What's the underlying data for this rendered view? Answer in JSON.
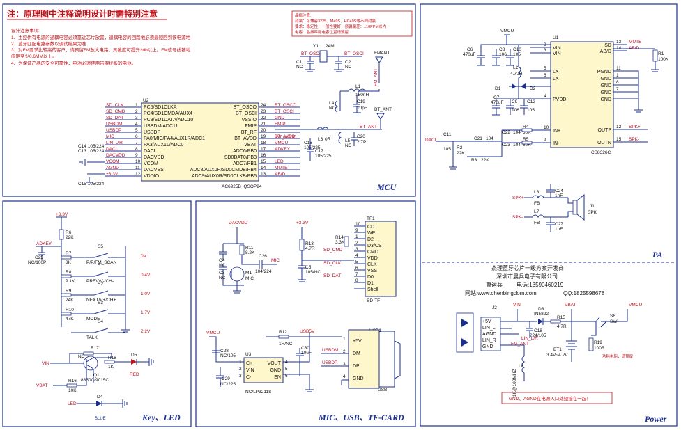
{
  "title": "注：原理图中注释说明设计时需特别注意",
  "notes": {
    "heading": "设计注意事项:",
    "lines": [
      "1、主控供有电源的退耦电容必须靠近芯片放置，退耦电容的回路地必须最短回到该电源地",
      "2、蓝牙匹配电路参数以调试结果为准",
      "3、对FM要求比较高的客户，请预留FM放大电路，灵敏度可提升2db以上。FM信号线铺地",
      "   间距至少0.6MM以上。",
      "4、为保证产品的安全可靠性，电池必须使用带保护板的电池。"
    ]
  },
  "crystal_note": {
    "lines": [
      "晶振注意:",
      "封装：可兼容3225、M49S、HC49S等不同封装",
      "要求：稳定性，一般性要好，频偏偏差：±10PPM以内",
      "电容：晶振匹配电容位置请预留"
    ]
  },
  "sections": {
    "mcu": "MCU",
    "pa": "PA",
    "key_led": "Key、LED",
    "mic_usb_tf": "MIC、USB、TF-CARD",
    "power": "Power"
  },
  "company": {
    "line1": "杰理蓝牙芯片一级方案开发商",
    "line2": "深圳市晨兵电子有限公司",
    "contact_name": "曹运兵",
    "phone": "电话:13590460219",
    "website": "网站:www.chenbingdom.com",
    "qq": "QQ:1825598678"
  },
  "mcu": {
    "chip_ref": "U2",
    "chip_name": "AC6925B_QSOP24",
    "left_pins": [
      "PC5/SD1CLKA",
      "PC4/SD1CMDA/AUX4",
      "PC3/SD1DATA/ADC10",
      "USBDM/ADC11",
      "USBDP",
      "PA0/MIC/PA4/AUX1R/ADC1",
      "PA3/AUX1L/ADC0",
      "DACL",
      "DACVDD",
      "VCOM",
      "DACVSS",
      "VDDIO"
    ],
    "left_nets": [
      "SD_CLK",
      "SD_CMD",
      "SD_DAT",
      "USBDM",
      "USBDP",
      "MIC",
      "LIN_L/R",
      "DACL",
      "DACVDD",
      "VCOM",
      "AGND",
      "+3.3V"
    ],
    "left_nums": [
      "1",
      "2",
      "3",
      "4",
      "5",
      "6",
      "7",
      "8",
      "9",
      "10",
      "11",
      "12"
    ],
    "right_pins": [
      "BT_OSCO",
      "BT_OSCI",
      "VSSIO",
      "FMIP",
      "BT_RF",
      "BT_AVDD",
      "VBAT",
      "ADC6/PB0",
      "SD0DAT0/PB3",
      "ADC7/PB1",
      "ADC8/AUX0R/SD0CMDB/PB4",
      "ADC9/AUX0R/SD0CLKB/PB5"
    ],
    "right_nets": [
      "BT_OSCO",
      "BT_OSCI",
      "GND",
      "FMIP",
      "",
      "BT_AVDD",
      "VMCU",
      "ADKEY",
      "",
      "LED",
      "MUTE",
      "AB/D"
    ],
    "right_nums": [
      "24",
      "23",
      "22",
      "21",
      "20",
      "19",
      "18",
      "17",
      "16",
      "15",
      "14",
      "13"
    ],
    "caps": [
      "C14  105/224",
      "C13  105/224",
      "C15  105/224"
    ],
    "crystal": [
      "Y1",
      "24M"
    ],
    "crystal_nets": [
      "BT_OSCO",
      "BT_OSCI"
    ],
    "crystal_caps": [
      "C1",
      "NC",
      "C2",
      "NC"
    ],
    "fm_ant": "FMANT",
    "fm_l": [
      "L1",
      "180nH"
    ],
    "bt_l": [
      "L4",
      "NC"
    ],
    "bt_c": [
      "C19",
      "10pF"
    ],
    "bt_ant": "BT_ANT",
    "rf_l": [
      "L3",
      "0R"
    ],
    "rf_c": [
      "C20",
      "2.7P"
    ],
    "rf_l5": [
      "L5",
      "NC"
    ],
    "rf_c16": [
      "C16",
      "105/225"
    ],
    "rf_c17": [
      "C17",
      "105/225"
    ],
    "rf_nets": [
      "BT_AVDD",
      "BT_ANT",
      "FM_ANT"
    ]
  },
  "pa": {
    "chip_ref": "U1",
    "chip_name": "CS8326C",
    "left_pins": [
      "VIN",
      "VIN",
      "LX",
      "LX",
      "PVDD",
      "IN+",
      "IN-"
    ],
    "left_nums": [
      "2",
      "3",
      "5",
      "6",
      "4",
      "10",
      "9"
    ],
    "right_pins": [
      "SD",
      "AB/D",
      "PGND",
      "GND",
      "GND",
      "GND",
      "GND",
      "OUTP",
      "OUTN"
    ],
    "right_nums": [
      "13",
      "14",
      "11",
      "1",
      "8",
      "7",
      "",
      "12",
      "15"
    ],
    "right_nets": [
      "MUTE",
      "AB/D",
      "",
      "",
      "",
      "",
      "",
      "SPK+",
      "SPK-"
    ],
    "vmcu": "VMCU",
    "dacl": "DACL",
    "parts": [
      "C6",
      "470uF",
      "C8",
      "106",
      "C10",
      "105",
      "L2",
      "4.7uH",
      "D1",
      "D2",
      "C7",
      "470uF",
      "C9",
      "106",
      "C12",
      "105",
      "C22",
      "104",
      "R4",
      "30K",
      "C23",
      "104",
      "R5",
      "30K",
      "C11",
      "105",
      "R2",
      "22K",
      "C21",
      "104",
      "R3",
      "22K",
      "R1",
      "100K"
    ],
    "out": [
      "L6",
      "FB",
      "C24",
      "1nF",
      "L7",
      "FB",
      "C27",
      "1nF",
      "J1",
      "SPK",
      "SPK+",
      "SPK-"
    ]
  },
  "key_led": {
    "vcc": "+3.3V",
    "r6": [
      "R6",
      "22K"
    ],
    "adkey": "ADKEY",
    "c25": [
      "C25",
      "NC/100P"
    ],
    "keys": [
      {
        "r": "R7",
        "rv": "3K",
        "s": "S5",
        "lbl": "P/P/FM_SCAN",
        "v": "0V"
      },
      {
        "r": "R8",
        "rv": "9.1K",
        "s": "S1",
        "lbl": "PREV/V-/CH-",
        "v": "0.4V"
      },
      {
        "r": "R9",
        "rv": "24K",
        "s": "S2",
        "lbl": "NEXT/V+/CH+",
        "v": "1.0V"
      },
      {
        "r": "R10",
        "rv": "47K",
        "s": "S3",
        "lbl": "MODE",
        "v": "1.7V"
      },
      {
        "r": "",
        "rv": "",
        "s": "S4",
        "lbl": "TALK",
        "v": "2.2V"
      }
    ],
    "vin": "VIN",
    "vbat": "VBAT",
    "r17": "R17",
    "r18": [
      "R18",
      "1K"
    ],
    "r16": [
      "R16",
      "10K"
    ],
    "q1": [
      "Q1",
      "8850C/9015C"
    ],
    "d5": [
      "D5",
      "RED"
    ],
    "d4": [
      "D4",
      "BLUE"
    ],
    "led": "LED",
    "nc": "NC"
  },
  "mic_usb_tf": {
    "dacvdd": "DACVDD",
    "r11": [
      "R11",
      "8.2K"
    ],
    "c4": [
      "C4",
      "NC"
    ],
    "c3": [
      "C3",
      "NC"
    ],
    "m1": [
      "M1",
      "MIC"
    ],
    "c26": [
      "C26",
      "104/224"
    ],
    "mic_net": "MIC",
    "vcc": "+3.3V",
    "r13": [
      "R13",
      "4.7R"
    ],
    "r14": [
      "R14",
      "3.3K"
    ],
    "c5": [
      "C5",
      "105/NC"
    ],
    "tf_ref": "TF1",
    "tf_name": "SD-TF",
    "tf_pins": [
      "CD",
      "WP",
      "D2",
      "D3/CS",
      "CMD",
      "VDD",
      "CLK",
      "VSS",
      "D0",
      "D1",
      "Shell"
    ],
    "tf_nums": [
      "10",
      "9",
      "1",
      "2",
      "3",
      "4",
      "5",
      "6",
      "7",
      "8",
      ""
    ],
    "tf_nets": [
      "SD_CMD",
      "SD_CLK",
      "SD_DAT"
    ],
    "vmcu": "VMCU",
    "r12": [
      "R12",
      "1R/NC"
    ],
    "usb5v": "USB5V",
    "c28": [
      "C28",
      "NC/105"
    ],
    "c29": [
      "C29",
      "NC/225"
    ],
    "c30": [
      "C30",
      "10uF"
    ],
    "u3": [
      "U3",
      "NC/LP3211S"
    ],
    "u3_pins": [
      "C+",
      "VIN",
      "C-",
      "VOUT",
      "GND",
      "EN"
    ],
    "u3_nums": [
      "1",
      "2",
      "3",
      "4",
      "5",
      "6"
    ],
    "usb_nets": [
      "USBDM",
      "USBDP"
    ],
    "usb_ref": "USB1",
    "usb_name": "USB",
    "usb_pins": [
      "+5V",
      "DM",
      "DP",
      "GND"
    ],
    "usb_nums": [
      "1",
      "2",
      "3",
      "4"
    ]
  },
  "power": {
    "j2": "J2",
    "j2_pins": [
      "+5V",
      "LIN_L",
      "AGND",
      "LIN_R",
      "GND"
    ],
    "vin": "VIN",
    "d3": [
      "D3",
      "IN5822"
    ],
    "r15": [
      "R15",
      "4.7R"
    ],
    "vbat": "VBAT",
    "vmcu": "VMCU",
    "c18": [
      "C18",
      "224/105"
    ],
    "lin": "LIN_L/R",
    "fm_ant": "FM_ANT",
    "l8": "L8",
    "l8v": "1K@100MHZ",
    "bt1": [
      "BT1",
      "3.4V~4.2V"
    ],
    "s6": [
      "S6",
      "SW"
    ],
    "r19": [
      "R19",
      "100R"
    ],
    "r19_note": "功耗电阻，请预留",
    "gnd_note": "GND、AGND在电源入口处短接在一起！"
  },
  "gnd_label": "GND"
}
